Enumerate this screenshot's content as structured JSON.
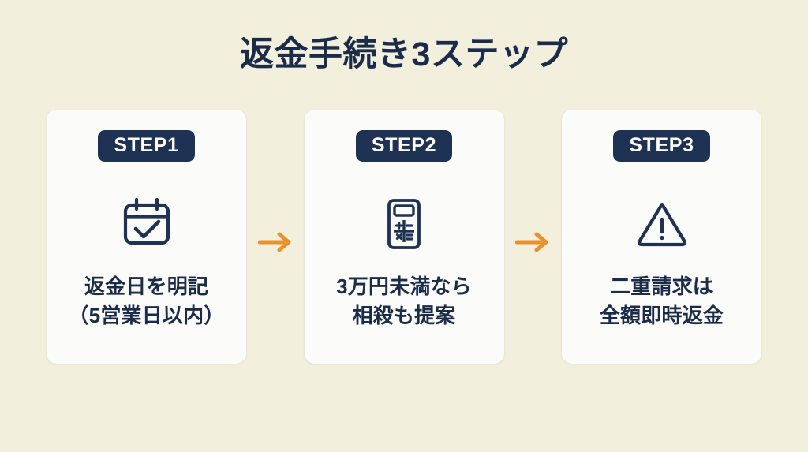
{
  "header": {
    "title": "返金手続き3ステップ"
  },
  "colors": {
    "background": "#f3efdd",
    "card": "#fbfbfa",
    "navy": "#1b2c4a",
    "badge": "#1e3253",
    "arrow": "#e8932a",
    "badge_text": "#ffffff"
  },
  "steps": [
    {
      "badge": "STEP1",
      "icon": "calendar-check-icon",
      "lines": [
        "返金日を明記",
        "（5営業日以内）"
      ]
    },
    {
      "badge": "STEP2",
      "icon": "calculator-icon",
      "lines": [
        "3万円未満なら",
        "相殺も提案"
      ]
    },
    {
      "badge": "STEP3",
      "icon": "warning-triangle-icon",
      "lines": [
        "二重請求は",
        "全額即時返金"
      ]
    }
  ],
  "connectors": [
    {
      "icon": "arrow-right-icon"
    },
    {
      "icon": "arrow-right-icon"
    }
  ]
}
